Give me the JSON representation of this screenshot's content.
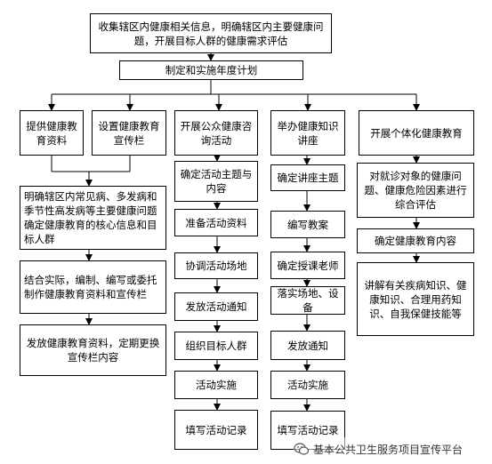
{
  "diagram": {
    "top": "收集辖区内健康相关信息，明确辖区内主要健康问题，开展目标人群的健康需求评估",
    "plan": "制定和实施年度计划",
    "col1": {
      "branch_a": "提供健康教育资料",
      "branch_b": "设置健康教育宣传栏",
      "steps": [
        "明确辖区内常见病、多发病和季节性高发病等主要健康问题确定健康教育的核心信息和目标人群",
        "结合实际，编制、编写或委托制作健康教育资料和宣传栏",
        "发放健康教育资料，定期更换宣传栏内容"
      ]
    },
    "col2": {
      "head": "开展公众健康咨询活动",
      "steps": [
        "确定活动主题与内容",
        "准备活动资料",
        "协调活动场地",
        "发放活动通知",
        "组织目标人群",
        "活动实施",
        "填写活动记录"
      ]
    },
    "col3": {
      "head": "举办健康知识讲座",
      "steps": [
        "确定讲座主题",
        "编写教案",
        "确定授课老师",
        "落实场地、设备",
        "发放通知",
        "活动实施",
        "填写活动记录"
      ]
    },
    "col4": {
      "head": "开展个体化健康教育",
      "steps": [
        "对就诊对象的健康问题、健康危险因素进行综合评估",
        "确定健康教育内容",
        "讲解有关疾病知识、健康知识、合理用药知识、自我保健技能等"
      ]
    }
  },
  "watermark": {
    "icon": "wechat-icon",
    "text": "基本公共卫生服务项目宣传平台"
  }
}
